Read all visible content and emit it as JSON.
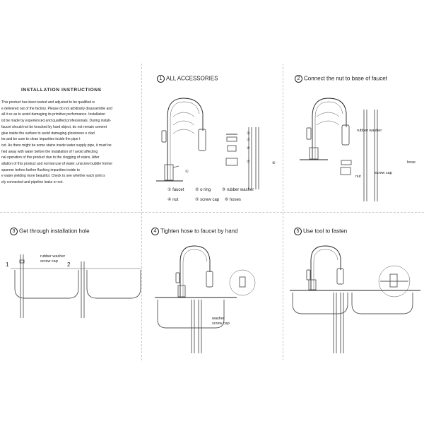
{
  "installation": {
    "title": "INSTALLATION INSTRUCTIONS",
    "lines": [
      "This product has been tested and adjusted to be qualified w",
      "e delivered out of the factory. Please do not arbitrarily disassemble and",
      "all it so as to avoid damaging its primitive performance. Installation",
      "ist be made by experienced and qualified professionals. During install-",
      "faucet should not be knocked by hard object, do not remain cement",
      "glue inside the surface to avoid damaging glossiness o clad",
      "ter,and be sure to clean impurities inside the pipe t",
      "cet. As there might be some stains inside water supply pipe, it must be",
      "hed away with water before the installation of f avoid affecting",
      "nal operation of this product due to the clogging of stains. After",
      "allation of this product and normal use of water, unscrew bubble former",
      "spanner before further flushing impurities inside to",
      "e water yielding more beautiful. Check to see whether each joint is",
      "ely connected and pipeline leaks or not."
    ]
  },
  "steps": [
    {
      "num": "1",
      "title": "ALL ACCESSORIES"
    },
    {
      "num": "2",
      "title": "Connect the nut to base of faucet"
    },
    {
      "num": "3",
      "title": "Get through installation hole"
    },
    {
      "num": "4",
      "title": "Tighten hose to faucet by hand"
    },
    {
      "num": "5",
      "title": "Use tool to fasten"
    }
  ],
  "accessories_legend": [
    {
      "num": "①",
      "label": "faucet"
    },
    {
      "num": "②",
      "label": "o ring"
    },
    {
      "num": "③",
      "label": "rubber washer"
    },
    {
      "num": "④",
      "label": "nut"
    },
    {
      "num": "⑤",
      "label": "screw cap"
    },
    {
      "num": "⑥",
      "label": "hoses"
    }
  ],
  "callouts": {
    "p1_faucet": "①",
    "p1_oring": "②",
    "p1_washer": "③",
    "p1_nut": "④",
    "p1_screwcap": "⑤",
    "p1_hoses": "⑥",
    "p2_rubber_washer": "rubber washer",
    "p2_nut": "nut",
    "p2_screw_cap": "screw cap",
    "p2_hose": "hose",
    "p3_rubber_washer": "rubber washer",
    "p3_screw_cap": "screw cap",
    "p3_one": "1",
    "p3_two": "2",
    "p4_washer": "washer",
    "p4_screw_cap": "screw cap"
  }
}
